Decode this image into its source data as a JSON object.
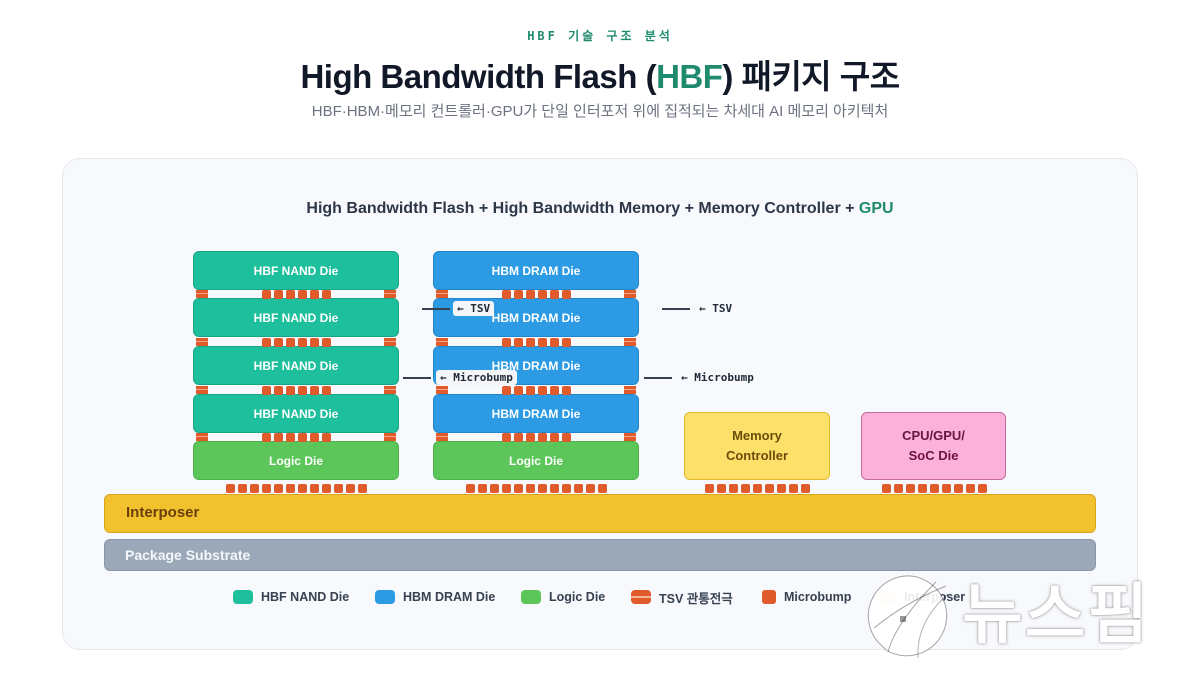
{
  "header": {
    "eyebrow": "HBF 기술 구조 분석",
    "title_pre": "High Bandwidth Flash (",
    "title_acc": "HBF",
    "title_post": ") 패키지 구조",
    "subtitle": "HBF·HBM·메모리 컨트롤러·GPU가 단일 인터포저 위에 집적되는 차세대 AI 메모리 아키텍처"
  },
  "diagram": {
    "title_pre": "High Bandwidth Flash + High Bandwidth Memory + Memory Controller + ",
    "title_acc": "GPU",
    "hbf_stack": {
      "dies": [
        "HBF NAND Die",
        "HBF NAND Die",
        "HBF NAND Die",
        "HBF NAND Die"
      ],
      "base": "Logic Die"
    },
    "hbm_stack": {
      "dies": [
        "HBM DRAM Die",
        "HBM DRAM Die",
        "HBM DRAM Die",
        "HBM DRAM Die"
      ],
      "base": "Logic Die"
    },
    "memory_controller": {
      "line1": "Memory",
      "line2": "Controller"
    },
    "soc": {
      "line1": "CPU/GPU/",
      "line2": "SoC Die"
    },
    "callouts": {
      "tsv_inner": "← TSV",
      "microbump_inner": "← Microbump",
      "tsv_outer": "← TSV",
      "microbump_outer": "← Microbump"
    },
    "interposer": "Interposer",
    "substrate": "Package Substrate"
  },
  "colors": {
    "accent": "#1f8a6e",
    "nand": "#1dbf9c",
    "dram": "#2d9be4",
    "logic": "#5cc65a",
    "bump": "#e05a2b",
    "memory_controller": "#fde06a",
    "soc": "#fbb1d9",
    "interposer": "#f2c12e",
    "substrate": "#9aa8b8"
  },
  "legend": [
    {
      "label": "HBF NAND Die",
      "color": "#1dbf9c"
    },
    {
      "label": "HBM DRAM Die",
      "color": "#2d9be4"
    },
    {
      "label": "Logic Die",
      "color": "#5cc65a"
    },
    {
      "label": "TSV 관통전극",
      "color": "#e05a2b"
    },
    {
      "label": "Microbump",
      "color": "#e05a2b"
    },
    {
      "label": "Interposer",
      "color": "#fbecc0"
    }
  ],
  "watermark": "뉴스핌"
}
